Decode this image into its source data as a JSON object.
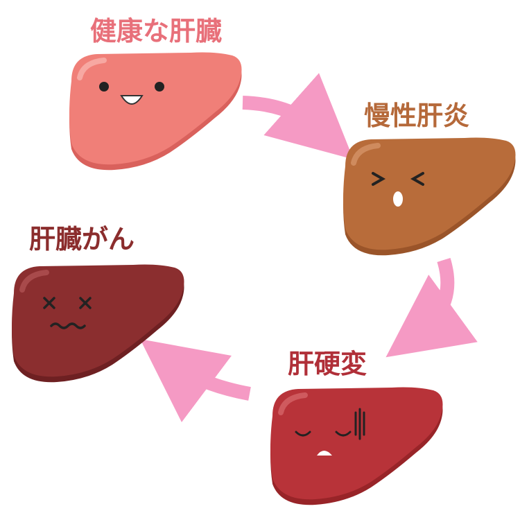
{
  "stages": [
    {
      "label": "健康な肝臓",
      "color": "#f07f78",
      "shade": "#d9615c",
      "text_color": "#e8707a",
      "face": "happy"
    },
    {
      "label": "慢性肝炎",
      "color": "#b86c3a",
      "shade": "#9a5429",
      "text_color": "#b5693a",
      "face": "squint"
    },
    {
      "label": "肝硬変",
      "color": "#b83339",
      "shade": "#982428",
      "text_color": "#b02f38",
      "face": "sad"
    },
    {
      "label": "肝臓がん",
      "color": "#8b2e2f",
      "shade": "#6e2022",
      "text_color": "#8b2d2d",
      "face": "dead"
    }
  ],
  "arrow_color": "#f59ac4"
}
